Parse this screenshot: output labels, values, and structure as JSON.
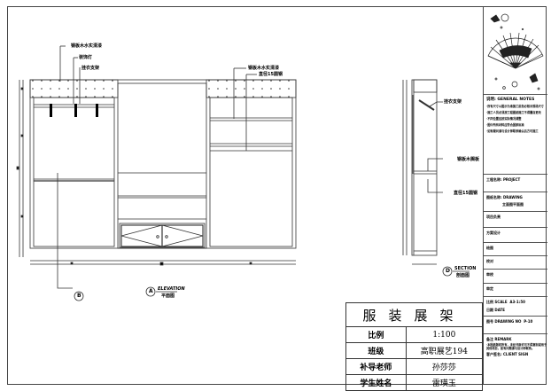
{
  "drawing": {
    "elevation_labels": {
      "top_left": [
        "钢板木水实清漆",
        "装饰灯",
        "挂衣支架"
      ],
      "top_right": [
        "钢板木水实清漆",
        "直径15圆钢"
      ]
    },
    "section_labels": [
      "挂衣支架",
      "钢板木搁板",
      "直径15圆钢"
    ],
    "elevation_tag": {
      "letter": "A",
      "title": "ELEVATION",
      "subtitle": "平面图"
    },
    "plan_marker": {
      "letter": "B"
    },
    "section_tag": {
      "letter": "D",
      "title": "SECTION",
      "subtitle": "剖面图"
    }
  },
  "title_block": {
    "title": "服装展架",
    "rows": [
      {
        "key": "比例",
        "value": "1:100"
      },
      {
        "key": "班级",
        "value": "高职展艺194"
      },
      {
        "key": "补导老师",
        "value": "孙莎莎"
      },
      {
        "key": "学生姓名",
        "value": "雷瑛玉"
      }
    ]
  },
  "side_panel": {
    "notes_title": "说明: GENERAL NOTES",
    "notes": [
      "·所有尺寸以图示为准施工前务必核对现场尺寸",
      "·施工人员必须按工程图纸施工不得擅自更改",
      "·不同位置应按实际情况调整",
      "·图中所有材料应符合国家标准",
      "·如有疑问请与设计师联系确认后方可施工"
    ],
    "project": "工程名称: PROJECT",
    "drawing_name": "图纸名称: DRAWING",
    "drawing_value": "立面图平面图",
    "owner": "项目负责",
    "design": "方案设计",
    "draw": "绘图",
    "check": "校对",
    "review": "审校",
    "verify": "审定",
    "scale": "比例 SCALE",
    "scale_value": "A3-1:50",
    "date": "日期 DATE",
    "drawing_no": "图号 DRAWING NO",
    "drawing_no_value": "P-10",
    "remark": "备注 REMARK",
    "remark_text": "·本图纸版权所有，未经书面许可不得复制或用于其他项目，如有问题请与设计师联系。",
    "client": "客户签名: CLIENT SIGN"
  }
}
